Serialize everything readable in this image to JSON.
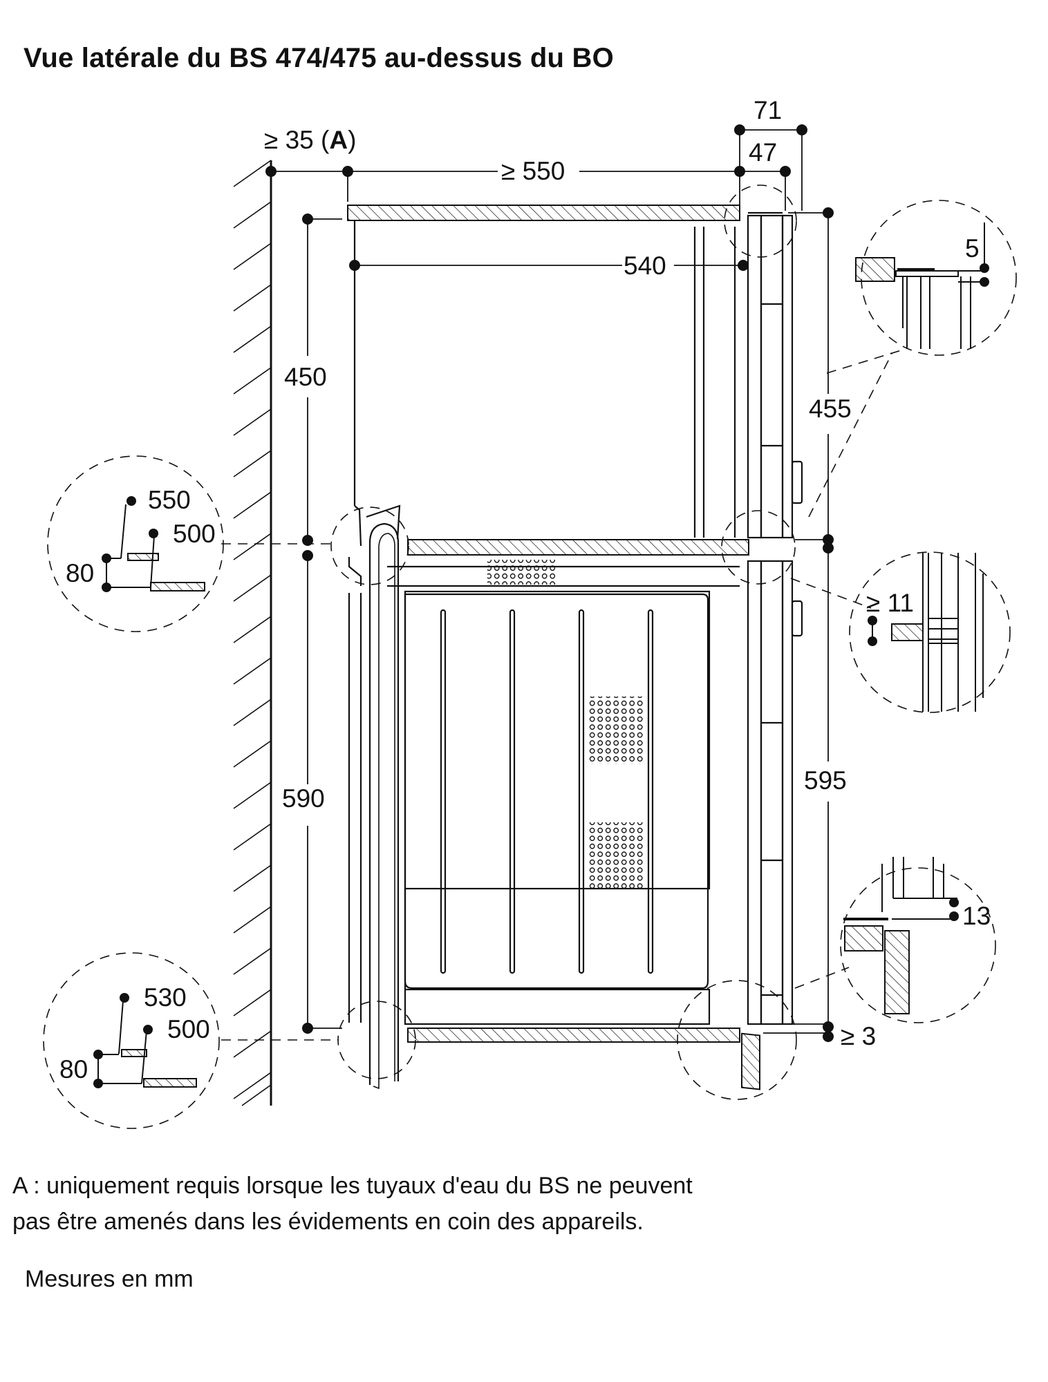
{
  "title": "Vue latérale du BS 474/475 au-dessus du BO",
  "dimensions": {
    "d71": "71",
    "d47": "47",
    "d35_prefix": "≥ 35 (",
    "d35_a": "A",
    "d35_suffix": ")",
    "d550": "≥ 550",
    "d540": "540",
    "d450": "450",
    "d455": "455",
    "d590": "590",
    "d595": "595",
    "d5": "5",
    "d11": "≥ 11",
    "d13": "13",
    "d3": "≥ 3"
  },
  "detail_top_left": {
    "d550": "550",
    "d500": "500",
    "d80": "80"
  },
  "detail_bottom_left": {
    "d530": "530",
    "d500": "500",
    "d80": "80"
  },
  "note_a": {
    "line1": "A : uniquement requis lorsque les tuyaux d'eau du BS ne peuvent",
    "line2": "pas être amenés dans les évidements en coin des appareils."
  },
  "units": "Mesures en mm"
}
